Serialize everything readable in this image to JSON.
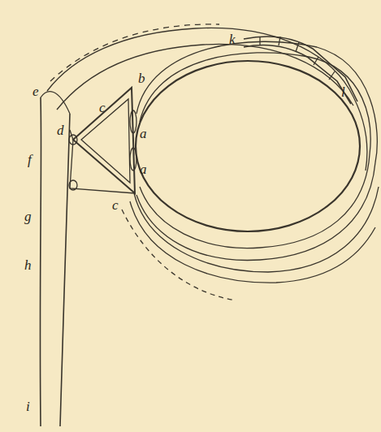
{
  "diagram": {
    "labels": [
      "k",
      "l",
      "e",
      "b",
      "c",
      "a",
      "a",
      "d",
      "c",
      "f",
      "g",
      "h",
      "i"
    ]
  }
}
